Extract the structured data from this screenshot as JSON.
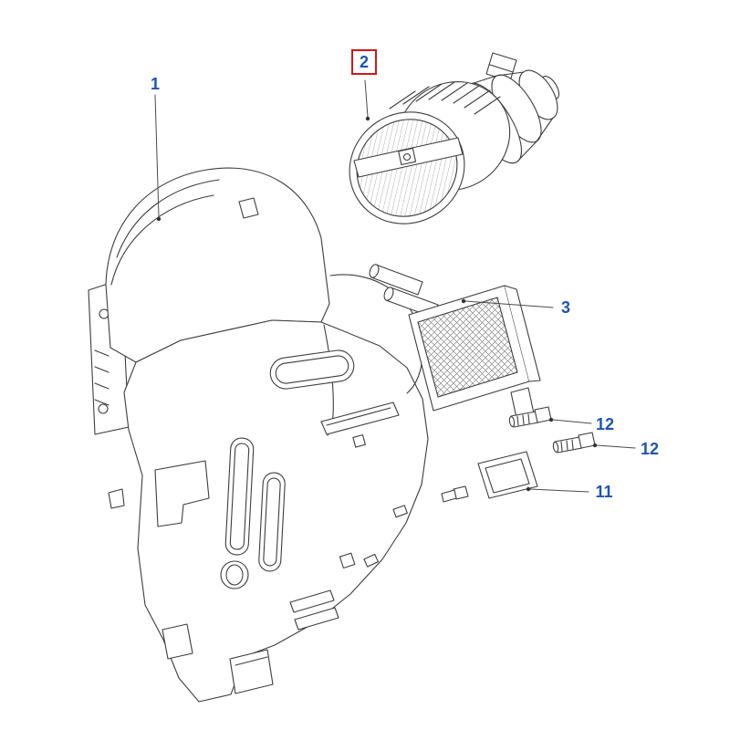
{
  "page": {
    "background_color": "#ffffff"
  },
  "diagram": {
    "type": "exploded-parts-diagram",
    "accent_color": "#1b54bc",
    "highlight_box_color": "#d01818",
    "line_color": "#3d3d3d",
    "callouts": [
      {
        "label": "1",
        "highlighted": false
      },
      {
        "label": "2",
        "highlighted": true
      },
      {
        "label": "3",
        "highlighted": false
      },
      {
        "label": "12",
        "highlighted": false
      },
      {
        "label": "12",
        "highlighted": false
      },
      {
        "label": "11",
        "highlighted": false
      }
    ]
  }
}
